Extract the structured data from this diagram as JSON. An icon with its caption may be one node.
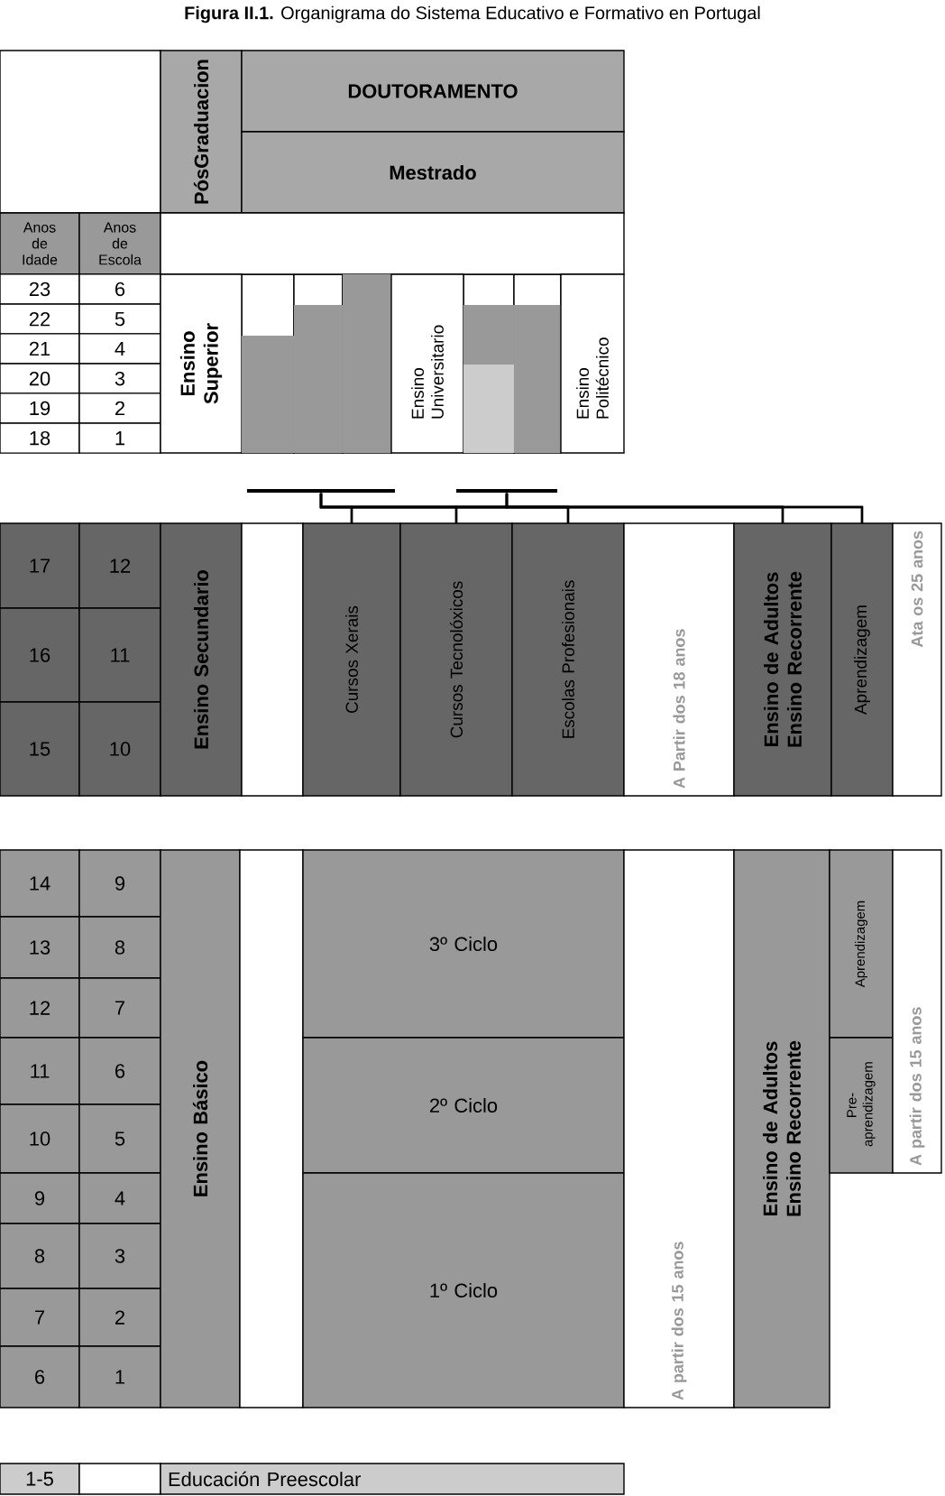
{
  "diagram": {
    "title": "**Figura II.1.** Organigrama do Sistema Educativo e Formativo en Portugal",
    "nodes": [
      {
        "text": [],
        "shape": "box"
      },
      {
        "text": [
          "PósGraduacion"
        ]
      },
      {
        "text": [
          "DOUTORAMENTO"
        ]
      },
      {
        "text": [
          "Mestrado"
        ]
      },
      {
        "text": [
          "Anos de Idade"
        ]
      },
      {
        "text": [
          "Anos de Escola"
        ]
      },
      {
        "text": [],
        "shape": "box"
      },
      {
        "text": [
          "23"
        ]
      },
      {
        "text": [
          "6"
        ]
      },
      {
        "text": [
          "22"
        ]
      },
      {
        "text": [
          "5"
        ]
      },
      {
        "text": [
          "21"
        ]
      },
      {
        "text": [
          "4"
        ]
      },
      {
        "text": [
          "20"
        ]
      },
      {
        "text": [
          "3"
        ]
      },
      {
        "text": [
          "19"
        ]
      },
      {
        "text": [
          "2"
        ]
      },
      {
        "text": [
          "18"
        ]
      },
      {
        "text": [
          "1"
        ]
      },
      {
        "text": [
          "Ensino Superior"
        ]
      },
      {
        "text": [],
        "shape": "bar"
      },
      {
        "text": [],
        "shape": "bar"
      },
      {
        "text": [],
        "shape": "bar"
      },
      {
        "text": [
          "Ensino Universitario"
        ]
      },
      {
        "text": [],
        "shape": "bar"
      },
      {
        "text": [],
        "shape": "bar"
      },
      {
        "text": [],
        "shape": "bar"
      },
      {
        "text": [
          "Ensino Politécnico"
        ]
      },
      {
        "text": [],
        "shape": "bar"
      },
      {
        "text": [],
        "shape": "bar"
      },
      {
        "text": [
          "17"
        ]
      },
      {
        "text": [
          "12"
        ]
      },
      {
        "text": [
          "16"
        ]
      },
      {
        "text": [
          "11"
        ]
      },
      {
        "text": [
          "15"
        ]
      },
      {
        "text": [
          "10"
        ]
      },
      {
        "text": [
          "Ensino Secundario"
        ]
      },
      {
        "text": [],
        "shape": "box"
      },
      {
        "text": [
          "Cursos Xerais"
        ]
      },
      {
        "text": [
          "Cursos Tecnolóxicos"
        ]
      },
      {
        "text": [
          "Escolas Profesionais"
        ]
      },
      {
        "text": [
          "A Partir dos 18 anos"
        ]
      },
      {
        "text": [
          "Ensino de Adultos",
          "Ensino Recorrente"
        ]
      },
      {
        "text": [
          "Aprendizagem"
        ]
      },
      {
        "text": [
          "Ata os 25 anos"
        ]
      },
      {
        "text": [
          "14"
        ]
      },
      {
        "text": [
          "9"
        ]
      },
      {
        "text": [
          "13"
        ]
      },
      {
        "text": [
          "8"
        ]
      },
      {
        "text": [
          "12"
        ]
      },
      {
        "text": [
          "7"
        ]
      },
      {
        "text": [
          "11"
        ]
      },
      {
        "text": [
          "6"
        ]
      },
      {
        "text": [
          "10"
        ]
      },
      {
        "text": [
          "5"
        ]
      },
      {
        "text": [
          "9"
        ]
      },
      {
        "text": [
          "4"
        ]
      },
      {
        "text": [
          "8"
        ]
      },
      {
        "text": [
          "3"
        ]
      },
      {
        "text": [
          "7"
        ]
      },
      {
        "text": [
          "2"
        ]
      },
      {
        "text": [
          "6"
        ]
      },
      {
        "text": [
          "1"
        ]
      },
      {
        "text": [
          "Ensino Básico"
        ]
      },
      {
        "text": [],
        "shape": "box"
      },
      {
        "text": [
          "3º Ciclo"
        ]
      },
      {
        "text": [
          "2º Ciclo"
        ]
      },
      {
        "text": [
          "1º Ciclo"
        ]
      },
      {
        "text": [
          "A partir dos 15 anos"
        ]
      },
      {
        "text": [
          "Ensino de Adultos",
          "Ensino Recorrente"
        ]
      },
      {
        "text": [
          "Aprendizagem"
        ]
      },
      {
        "text": [
          "Pre-aprendizagem"
        ]
      },
      {
        "text": [
          "A partir dos 15 anos"
        ]
      },
      {
        "text": [
          "1-5"
        ]
      },
      {
        "text": [],
        "shape": "box"
      },
      {
        "text": [
          "Educación Preescolar"
        ]
      }
    ],
    "edges": [
      {
        "from": 38,
        "to": 28,
        "arrow": "none"
      },
      {
        "from": 39,
        "to": 28,
        "arrow": "none"
      },
      {
        "from": 40,
        "to": 28,
        "arrow": "none"
      },
      {
        "from": 42,
        "to": 28,
        "arrow": "none"
      },
      {
        "from": 43,
        "to": 28,
        "arrow": "none"
      },
      {
        "from": 38,
        "to": 29,
        "arrow": "none"
      },
      {
        "from": 39,
        "to": 29,
        "arrow": "none"
      },
      {
        "from": 40,
        "to": 29,
        "arrow": "none"
      },
      {
        "from": 42,
        "to": 29,
        "arrow": "none"
      },
      {
        "from": 43,
        "to": 29,
        "arrow": "none"
      }
    ]
  }
}
